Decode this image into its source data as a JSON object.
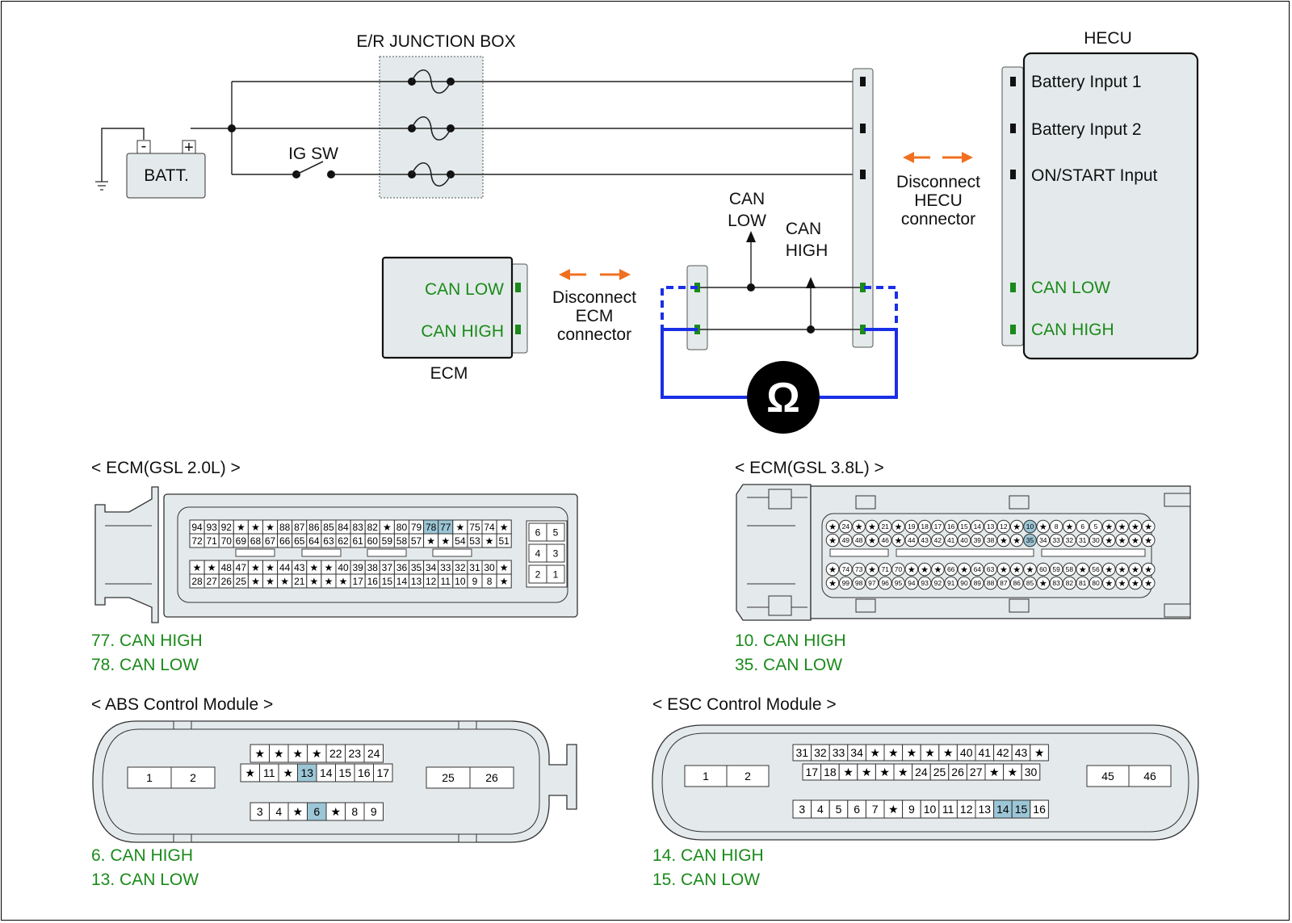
{
  "colors": {
    "green_text": "#1a8a1a",
    "test_lead": "#1a2fe6",
    "arrow": "#f07020",
    "highlight_pin": "#9cc6d6",
    "module_fill": "#e4eaeb"
  },
  "schematic": {
    "junction_box_label": "E/R JUNCTION BOX",
    "battery_label": "BATT.",
    "battery_minus": "-",
    "battery_plus": "+",
    "ig_sw_label": "IG SW",
    "hecu_title": "HECU",
    "hecu_pins": [
      "Battery Input 1",
      "Battery Input 2",
      "ON/START Input",
      "CAN LOW",
      "CAN HIGH"
    ],
    "ecm_title": "ECM",
    "ecm_pins": [
      "CAN LOW",
      "CAN HIGH"
    ],
    "can_low_probe": [
      "CAN",
      "LOW"
    ],
    "can_high_probe": [
      "CAN",
      "HIGH"
    ],
    "disconnect_ecm": [
      "Disconnect",
      "ECM",
      "connector"
    ],
    "disconnect_hecu": [
      "Disconnect",
      "HECU",
      "connector"
    ],
    "ohmmeter_symbol": "Ω",
    "ohmmeter_icon": "ohmmeter-icon"
  },
  "connectors": {
    "ecm_20": {
      "title": "< ECM(GSL 2.0L) >",
      "row1": [
        "94",
        "93",
        "92",
        "*",
        "*",
        "*",
        "88",
        "87",
        "86",
        "85",
        "84",
        "83",
        "82",
        "*",
        "80",
        "79",
        "78",
        "77",
        "*",
        "75",
        "74",
        "*"
      ],
      "row2": [
        "72",
        "71",
        "70",
        "69",
        "68",
        "67",
        "66",
        "65",
        "64",
        "63",
        "62",
        "61",
        "60",
        "59",
        "58",
        "57",
        "*",
        "*",
        "54",
        "53",
        "*",
        "51"
      ],
      "row3": [
        "*",
        "*",
        "48",
        "47",
        "*",
        "*",
        "44",
        "43",
        "*",
        "*",
        "40",
        "39",
        "38",
        "37",
        "36",
        "35",
        "34",
        "33",
        "32",
        "31",
        "30",
        "*"
      ],
      "row4": [
        "28",
        "27",
        "26",
        "25",
        "*",
        "*",
        "*",
        "21",
        "*",
        "*",
        "*",
        "17",
        "16",
        "15",
        "14",
        "13",
        "12",
        "11",
        "10",
        "9",
        "8",
        "*"
      ],
      "side": [
        "6",
        "5",
        "4",
        "3",
        "2",
        "1"
      ],
      "highlight": [
        "78",
        "77"
      ],
      "legend": [
        "77. CAN HIGH",
        "78. CAN LOW"
      ]
    },
    "ecm_38": {
      "title": "< ECM(GSL 3.8L) >",
      "row1": [
        "*",
        "24",
        "*",
        "*",
        "21",
        "*",
        "19",
        "18",
        "17",
        "16",
        "15",
        "14",
        "13",
        "12",
        "*",
        "10",
        "*",
        "8",
        "*",
        "6",
        "5",
        "*",
        "*",
        "*",
        "*"
      ],
      "row2": [
        "*",
        "49",
        "48",
        "*",
        "46",
        "*",
        "44",
        "43",
        "42",
        "41",
        "40",
        "39",
        "38",
        "*",
        "*",
        "35",
        "34",
        "33",
        "32",
        "31",
        "30",
        "*",
        "*",
        "*",
        "*"
      ],
      "row3": [
        "*",
        "74",
        "73",
        "*",
        "71",
        "70",
        "*",
        "*",
        "*",
        "66",
        "*",
        "64",
        "63",
        "*",
        "*",
        "*",
        "60",
        "59",
        "58",
        "*",
        "56",
        "*",
        "*",
        "*",
        "*"
      ],
      "row4": [
        "*",
        "99",
        "98",
        "97",
        "96",
        "95",
        "94",
        "93",
        "92",
        "91",
        "90",
        "89",
        "88",
        "87",
        "86",
        "85",
        "*",
        "83",
        "82",
        "81",
        "80",
        "*",
        "*",
        "*",
        "*"
      ],
      "highlight": [
        "10",
        "35"
      ],
      "legend": [
        "10. CAN HIGH",
        "35. CAN LOW"
      ]
    },
    "abs": {
      "title": "< ABS Control Module >",
      "left": [
        "1",
        "2"
      ],
      "top_row": [
        "*",
        "*",
        "*",
        "*",
        "22",
        "23",
        "24"
      ],
      "mid_row": [
        "*",
        "11",
        "*",
        "13",
        "14",
        "15",
        "16",
        "17"
      ],
      "bottom_row": [
        "3",
        "4",
        "*",
        "6",
        "*",
        "8",
        "9"
      ],
      "right": [
        "25",
        "26"
      ],
      "highlight": [
        "13",
        "6"
      ],
      "legend": [
        "6. CAN HIGH",
        "13. CAN LOW"
      ]
    },
    "esc": {
      "title": "< ESC Control Module >",
      "left": [
        "1",
        "2"
      ],
      "top_row": [
        "31",
        "32",
        "33",
        "34",
        "*",
        "*",
        "*",
        "*",
        "*",
        "40",
        "41",
        "42",
        "43",
        "*"
      ],
      "mid_row": [
        "17",
        "18",
        "*",
        "*",
        "*",
        "*",
        "24",
        "25",
        "26",
        "27",
        "*",
        "*",
        "30"
      ],
      "bottom_row": [
        "3",
        "4",
        "5",
        "6",
        "7",
        "*",
        "9",
        "10",
        "11",
        "12",
        "13",
        "14",
        "15",
        "16"
      ],
      "right": [
        "45",
        "46"
      ],
      "highlight": [
        "14",
        "15"
      ],
      "legend": [
        "14. CAN HIGH",
        "15. CAN LOW"
      ]
    }
  }
}
